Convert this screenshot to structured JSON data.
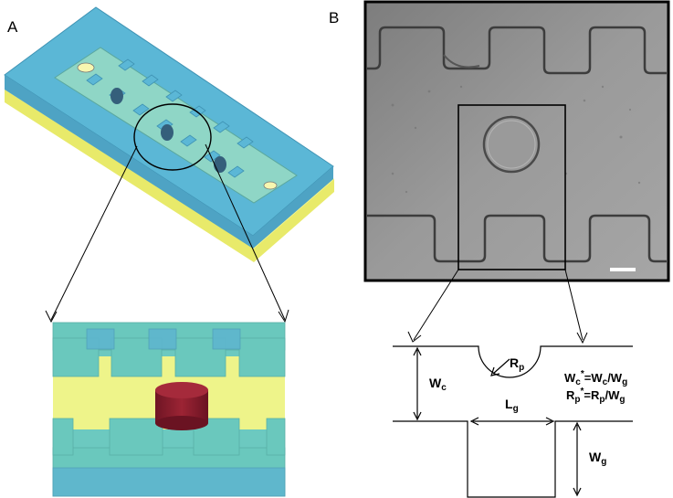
{
  "panels": {
    "a": {
      "label": "A"
    },
    "b": {
      "label": "B"
    }
  },
  "schematic": {
    "wc": {
      "main": "W",
      "sub": "c"
    },
    "rp": {
      "main": "R",
      "sub": "p"
    },
    "lg": {
      "main": "L",
      "sub": "g"
    },
    "wg": {
      "main": "W",
      "sub": "g"
    },
    "eq1": {
      "a": "W",
      "a_sub": "c",
      "a_sup": "*",
      "b": "=W",
      "b_sub": "c",
      "c": "/W",
      "c_sub": "g"
    },
    "eq2": {
      "a": "R",
      "a_sub": "p",
      "a_sup": "*",
      "b": "=R",
      "b_sub": "p",
      "c": "/W",
      "c_sub": "g"
    }
  },
  "colors": {
    "chip_top": "#5bb7d6",
    "chip_base": "#f3f58a",
    "channel": "#8fd6c6",
    "pillar": "#8a1f2e",
    "micrograph_bg": "#8e8e8e",
    "frame": "#000000"
  }
}
